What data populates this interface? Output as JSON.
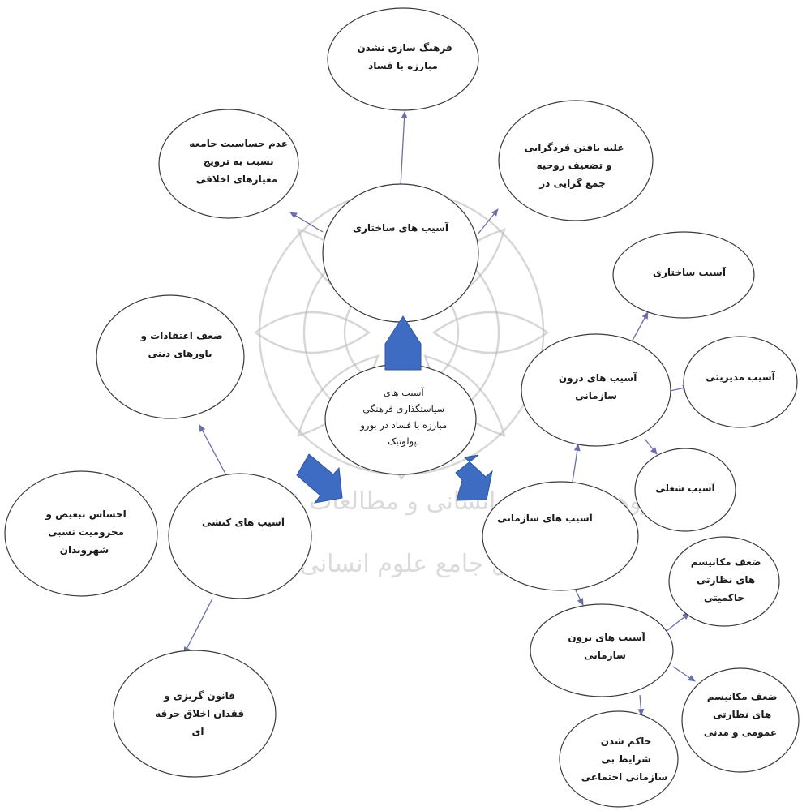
{
  "nodes": {
    "structural": [
      "آسیب های ساختاری"
    ],
    "culture_fight": [
      "فرهنگ سازی نشدن",
      "مبارزه با فساد"
    ],
    "insensitivity": [
      "عدم حساسیت جامعه",
      "نسبت به ترویج",
      "معیارهای اخلاقی"
    ],
    "individualism": [
      "غلبه یافتن فردگرایی",
      "و تضعیف روحیه",
      "جمع گرایی در"
    ],
    "center": [
      "آسیب های",
      "سیاستگذاری فرهنگی",
      "مبارزه با فساد در بورو",
      "پولوتیک"
    ],
    "weak_beliefs": [
      "ضعف اعتقادات و",
      "باورهای دینی"
    ],
    "behavioral": [
      "آسیب های کنشی"
    ],
    "discrimination": [
      "احساس تبعیض و",
      "محرومیت نسبی",
      "شهروندان"
    ],
    "law_evasion": [
      "قانون گریزی و",
      "فقدان اخلاق حرفه",
      "ای"
    ],
    "inner_org": [
      "آسیب های درون",
      "سازمانی"
    ],
    "inner_structural": [
      "آسیب ساختاری"
    ],
    "managerial": [
      "آسیب مدیریتی"
    ],
    "occupational": [
      "آسیب شغلی"
    ],
    "organizational": [
      "آسیب های سازمانی"
    ],
    "outer_org": [
      "آسیب های برون",
      "سازمانی"
    ],
    "gov_oversight": [
      "ضعف مکانیسم",
      "های نظارتی",
      "حاکمیتی"
    ],
    "public_oversight": [
      "ضعف مکانیسم",
      "های نظارتی",
      "عمومی و مدنی"
    ],
    "social_disorg": [
      "حاکم شدن",
      "شرایط بی",
      "سازمانی اجتماعی"
    ]
  },
  "watermark": {
    "line1": "پژوهشگاه علوم انسانی و مطالعات فرهنگی",
    "line2": "پرتال جامع علوم انسانی"
  },
  "colors": {
    "arrow_fill": "#3f6cc3",
    "edge": "#6c6fa8",
    "watermark": "#b5b5b5"
  }
}
